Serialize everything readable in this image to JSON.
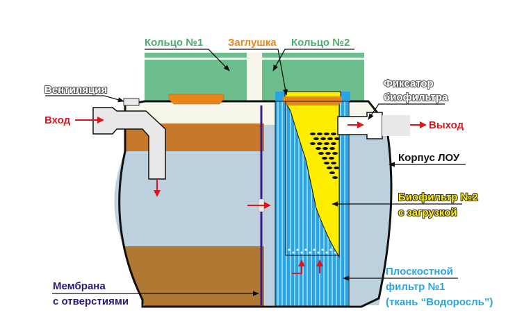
{
  "diagram": {
    "title": "Схема ЛОУ (локальная очистная установка)",
    "labels": {
      "ring1": "Кольцо №1",
      "plug": "Заглушка",
      "ring2": "Кольцо №2",
      "ventilation": "Вентиляция",
      "inlet": "Вход",
      "fixator_line1": "Фиксатор",
      "fixator_line2": "биофильтра",
      "outlet": "Выход",
      "body": "Корпус ЛОУ",
      "biofilter_line1": "Биофильтр №2",
      "biofilter_line2": "с загрузкой",
      "membrane_line1": "Мембрана",
      "membrane_line2": "с отверстиями",
      "flatfilter_line1": "Плоскостной",
      "flatfilter_line2": "фильтр №1",
      "flatfilter_line3": "(ткань “Водоросль”)"
    },
    "colors": {
      "ring": "#6cbf8c",
      "ring_label": "#4aae6c",
      "plug": "#e8861a",
      "plug_label": "#e8861a",
      "sludge": "#b07832",
      "scum": "#c8782a",
      "water": "#bcd0de",
      "air": "#f6f6ea",
      "pipe": "#e8e8e8",
      "membrane": "#3a1a8a",
      "membrane_label": "#2a1a7a",
      "filter_blue": "#2aa4e4",
      "filter_stripe": "#8ad4f8",
      "biofilter": "#ffee00",
      "flatfilter_label": "#2aa4e4",
      "arrow_red": "#e0141c",
      "outlet_label": "#e0141c",
      "outline": "#111111"
    }
  }
}
